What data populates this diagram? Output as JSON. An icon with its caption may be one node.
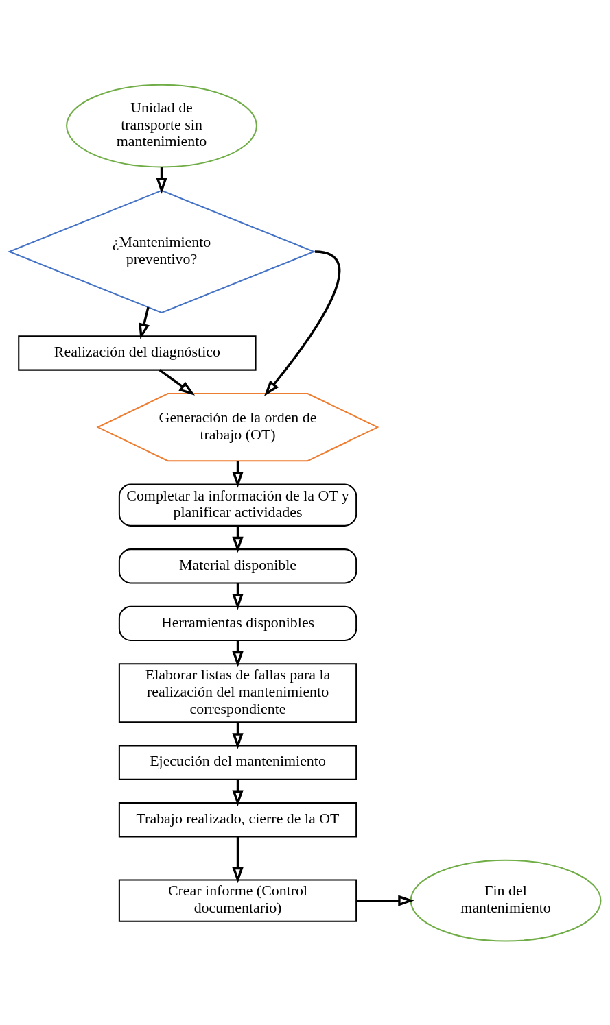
{
  "diagram": {
    "nodes": [
      {
        "text": [
          "Unidad de transporte sin mantenimiento"
        ]
      },
      {
        "text": [
          "¿Mantenimiento preventivo?"
        ]
      },
      {
        "text": [
          "Realización del diagnóstico"
        ]
      },
      {
        "text": [
          "Generación de la orden de trabajo (OT)"
        ]
      },
      {
        "text": [
          "Completar la información de la OT y planificar actividades"
        ]
      },
      {
        "text": [
          "Material disponible"
        ]
      },
      {
        "text": [
          "Herramientas disponibles"
        ]
      },
      {
        "text": [
          "Elaborar listas de fallas para la realización del mantenimiento correspondiente"
        ]
      },
      {
        "text": [
          "Ejecución del mantenimiento"
        ]
      },
      {
        "text": [
          "Trabajo realizado, cierre de la OT"
        ]
      },
      {
        "text": [
          "Crear informe (Control documentario)"
        ]
      },
      {
        "text": [
          "Fin del mantenimiento"
        ]
      }
    ],
    "edges": [
      {
        "from": 0,
        "to": 1,
        "arrow": "to"
      },
      {
        "from": 1,
        "to": 2,
        "arrow": "to"
      },
      {
        "from": 1,
        "to": 3,
        "arrow": "to"
      },
      {
        "from": 2,
        "to": 3,
        "arrow": "to"
      },
      {
        "from": 3,
        "to": 4,
        "arrow": "to"
      },
      {
        "from": 4,
        "to": 5,
        "arrow": "to"
      },
      {
        "from": 5,
        "to": 6,
        "arrow": "to"
      },
      {
        "from": 6,
        "to": 7,
        "arrow": "to"
      },
      {
        "from": 7,
        "to": 8,
        "arrow": "to"
      },
      {
        "from": 8,
        "to": 9,
        "arrow": "to"
      },
      {
        "from": 9,
        "to": 10,
        "arrow": "to"
      },
      {
        "from": 10,
        "to": 11,
        "arrow": "to"
      }
    ]
  }
}
